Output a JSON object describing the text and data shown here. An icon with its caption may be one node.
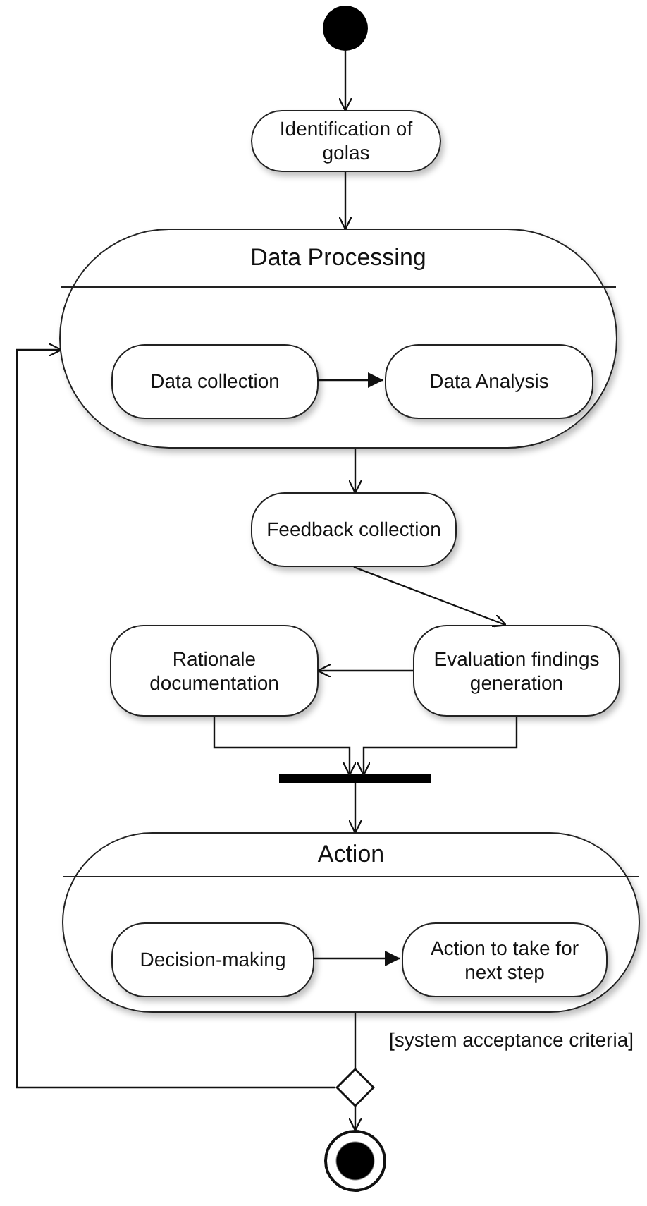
{
  "diagram": {
    "nodes": [
      {
        "text": [],
        "shape": "circle"
      },
      {
        "text": [
          "Identification of golas"
        ]
      },
      {
        "text": [
          "Data Processing"
        ]
      },
      {
        "text": [
          "Data collection"
        ],
        "in": 2
      },
      {
        "text": [
          "Data Analysis"
        ],
        "in": 2
      },
      {
        "text": [
          "Feedback collection"
        ]
      },
      {
        "text": [
          "Rationale documentation"
        ]
      },
      {
        "text": [
          "Evaluation findings generation"
        ]
      },
      {
        "text": [],
        "shape": "bar"
      },
      {
        "text": [
          "Action"
        ]
      },
      {
        "text": [
          "Decision-making"
        ],
        "in": 9
      },
      {
        "text": [
          "Action to take for next step"
        ],
        "in": 9
      },
      {
        "text": [],
        "shape": "diamond"
      },
      {
        "text": [],
        "shape": "circle"
      }
    ],
    "edges": [
      {
        "from": 0,
        "to": 1,
        "arrow": "to"
      },
      {
        "from": 1,
        "to": 2,
        "arrow": "to"
      },
      {
        "from": 3,
        "to": 4,
        "arrow": "to"
      },
      {
        "from": 2,
        "to": 5,
        "arrow": "to"
      },
      {
        "from": 5,
        "to": 7,
        "arrow": "to"
      },
      {
        "from": 7,
        "to": 6,
        "arrow": "to"
      },
      {
        "from": 6,
        "to": 8,
        "arrow": "to"
      },
      {
        "from": 7,
        "to": 8,
        "arrow": "to"
      },
      {
        "from": 8,
        "to": 9,
        "arrow": "to"
      },
      {
        "from": 10,
        "to": 11,
        "arrow": "to"
      },
      {
        "from": 9,
        "to": 12,
        "arrow": "none",
        "label": "[system acceptance criteria]"
      },
      {
        "from": 12,
        "to": 2,
        "arrow": "to"
      },
      {
        "from": 12,
        "to": 13,
        "arrow": "to"
      }
    ]
  }
}
